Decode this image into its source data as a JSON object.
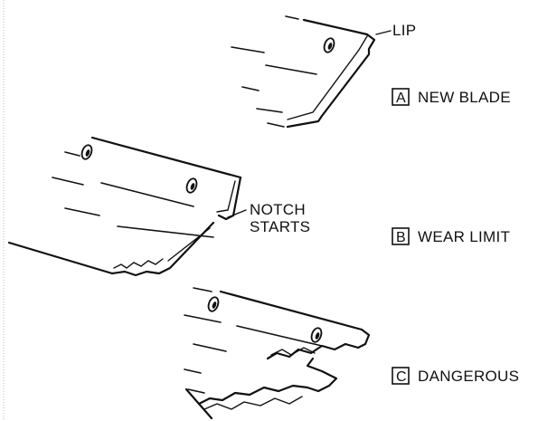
{
  "callouts": {
    "lip": "LIP",
    "notch_line1": "NOTCH",
    "notch_line2": "STARTS"
  },
  "blades": [
    {
      "letter": "A",
      "label": "NEW BLADE"
    },
    {
      "letter": "B",
      "label": "WEAR LIMIT"
    },
    {
      "letter": "C",
      "label": "DANGEROUS"
    }
  ]
}
